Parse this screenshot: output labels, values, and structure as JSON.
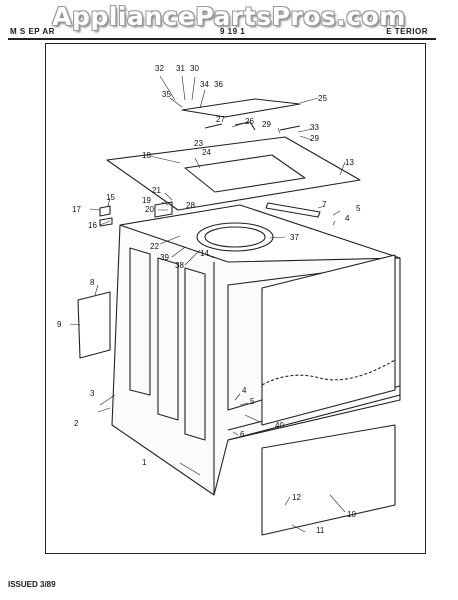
{
  "watermark": "AppliancePartsPros.com",
  "header": {
    "left": "M  S EP  AR",
    "middle": "9  19  1",
    "right": "E TERIOR"
  },
  "footer": "ISSUED 3/89",
  "callouts": [
    "1",
    "2",
    "3",
    "4",
    "4",
    "5",
    "5",
    "6",
    "7",
    "8",
    "9",
    "10",
    "11",
    "12",
    "13",
    "14",
    "15",
    "16",
    "17",
    "18",
    "19",
    "20",
    "21",
    "22",
    "23",
    "24",
    "25",
    "26",
    "27",
    "28",
    "29",
    "29",
    "30",
    "31",
    "32",
    "33",
    "34",
    "35",
    "36",
    "37",
    "38",
    "39",
    "40"
  ]
}
